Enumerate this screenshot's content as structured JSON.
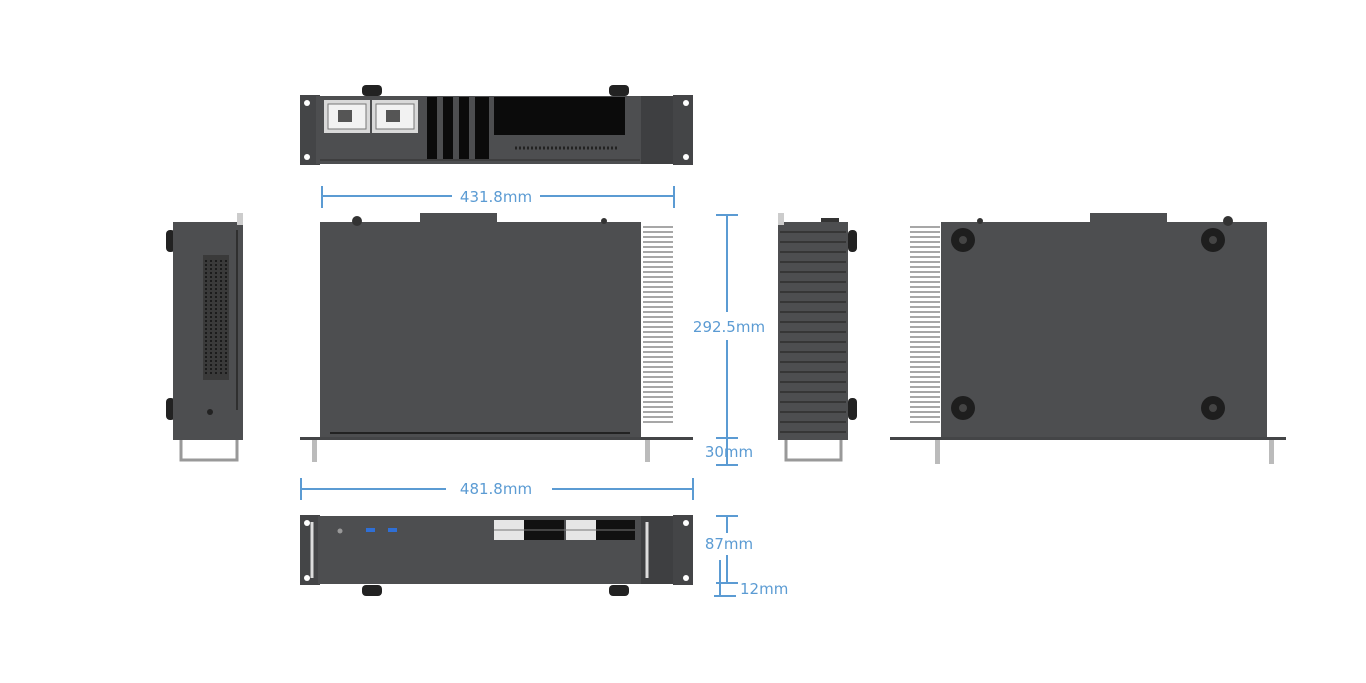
{
  "colors": {
    "dimension_line": "#5b9bd3",
    "chassis_body": "#4d4e50",
    "chassis_dark": "#3e3f41",
    "fin_light": "#c9c9c9",
    "panel_black": "#0b0b0b",
    "usb_blue": "#2f6fd6",
    "rack_ear": "#444547"
  },
  "dimensions": {
    "top_width": "431.8mm",
    "depth": "292.5mm",
    "foot_height": "30mm",
    "overall_width": "481.8mm",
    "height": "87mm",
    "foot_bottom": "12mm"
  },
  "views": {
    "rear": "rear-view",
    "left": "left-side-view",
    "top": "top-view",
    "right": "right-side-view",
    "bottom": "bottom-view",
    "front": "front-view"
  },
  "icons": {
    "power_supply": "psu-module-icon",
    "usb_port": "usb-port-icon",
    "drive_bay": "drive-bay-icon",
    "rubber_foot": "rubber-foot-icon",
    "handle": "rack-handle-icon"
  }
}
